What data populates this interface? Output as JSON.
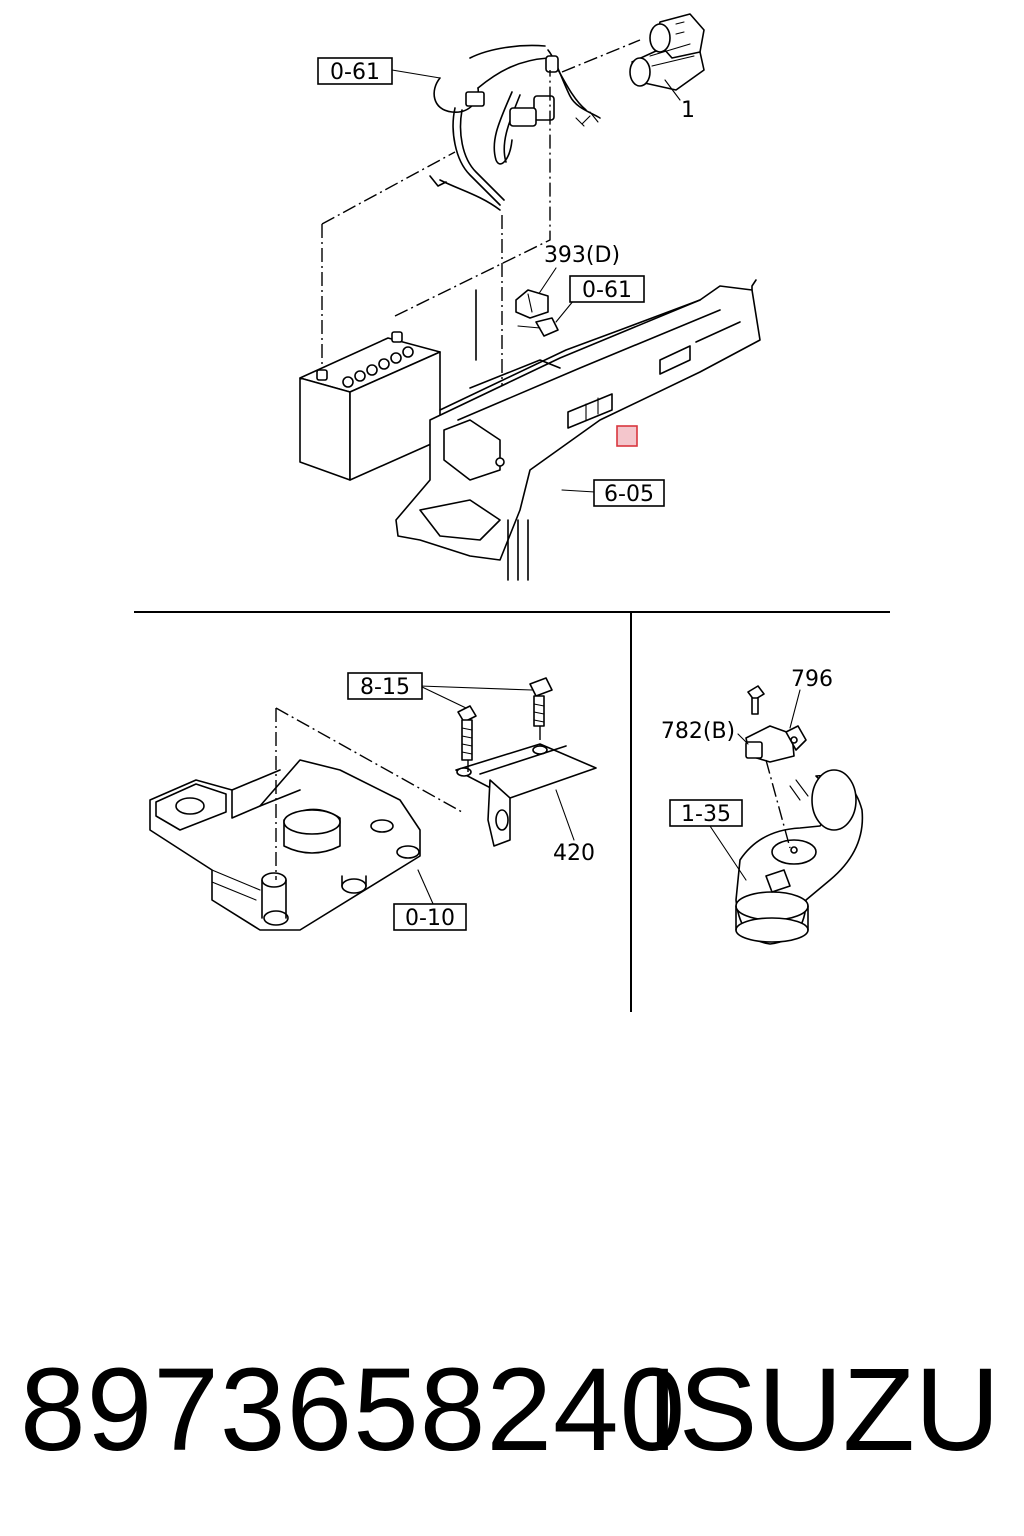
{
  "callouts": {
    "top_left_ref": "0-61",
    "starter": "1",
    "bracket": "393(D)",
    "bolt_ref": "0-61",
    "frame_ref": "6-05",
    "bolts_ref": "8-15",
    "bracket_420": "420",
    "manifold_ref": "0-10",
    "sensor": "796",
    "sensor_bolt": "782(B)",
    "duct_ref": "1-35"
  },
  "footer": {
    "part_number": "8973658240",
    "brand": "ISUZU"
  },
  "colors": {
    "line": "#000000",
    "highlight_marker": "#f4c6cc",
    "highlight_marker_border": "#d9363e"
  }
}
